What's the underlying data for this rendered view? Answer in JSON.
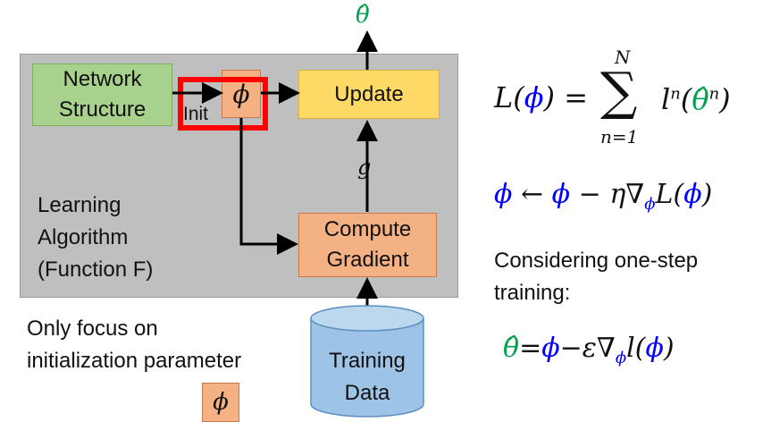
{
  "diagram": {
    "output_symbol": "θ̂",
    "network_structure": [
      "Network",
      "Structure"
    ],
    "phi_symbol": "ϕ",
    "init_label": "Init",
    "update_label": "Update",
    "gradient_symbol": "g",
    "compute_gradient": [
      "Compute",
      "Gradient"
    ],
    "learning_algorithm": [
      "Learning",
      "Algorithm",
      "(Function F)"
    ],
    "training_data": [
      "Training",
      "Data"
    ],
    "focus_note": [
      "Only focus on",
      "initialization parameter"
    ]
  },
  "equations": {
    "loss": "L(ϕ) = Σ_{n=1}^{N} l^n(θ̂^n)",
    "loss_lhs_L": "L(",
    "loss_lhs_phi": "ϕ",
    "loss_lhs_close": ") =",
    "sum_top": "N",
    "sum_bottom": "n=1",
    "loss_term_l": "l",
    "loss_term_n": "n",
    "loss_term_theta": "θ̂",
    "update_rule": "ϕ ← ϕ − η∇ϕL(ϕ)",
    "considering": [
      "Considering one-step",
      "training:"
    ],
    "one_step": "θ̂ = ϕ − ε∇ϕ l(ϕ)"
  },
  "colors": {
    "network_box": "#a9d18e",
    "phi_box": "#f4b183",
    "update_box": "#ffd966",
    "compute_box": "#f4b183",
    "panel": "#bfbfbf",
    "highlight": "#ff0000",
    "data_cylinder": "#9dc3e6",
    "phi_blue": "#0000ff",
    "theta_green": "#00a050"
  }
}
